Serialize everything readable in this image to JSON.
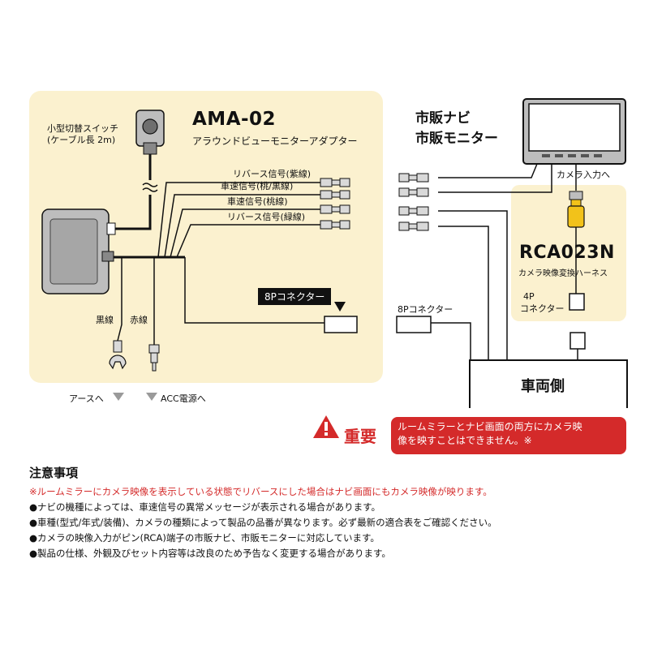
{
  "adapter": {
    "title": "AMA-02",
    "subtitle": "アラウンドビューモニターアダプター",
    "switch_label_1": "小型切替スイッチ",
    "switch_label_2": "(ケーブル長 2m)",
    "wires": [
      "リバース信号(紫線)",
      "車速信号(桃/黒線)",
      "車速信号(桃線)",
      "リバース信号(緑線)"
    ],
    "connector_8p": "8Pコネクター",
    "black_wire": "黒線",
    "red_wire": "赤線",
    "to_earth": "アースへ",
    "to_acc": "ACC電源へ"
  },
  "monitor": {
    "label_1": "市販ナビ",
    "label_2": "市販モニター",
    "camera_input": "カメラ入力へ"
  },
  "harness": {
    "title": "RCA023N",
    "subtitle": "カメラ映像変換ハーネス",
    "connector_1": "4P",
    "connector_2": "コネクター"
  },
  "vehicle": {
    "connector_8p": "8Pコネクター",
    "label": "車両側"
  },
  "important": {
    "label": "重要",
    "message_1": "ルームミラーとナビ画面の両方にカメラ映",
    "message_2": "像を映すことはできません。※"
  },
  "notes": {
    "title": "注意事項",
    "lines": [
      "※ルームミラーにカメラ映像を表示している状態でリバースにした場合はナビ画面にもカメラ映像が映ります。",
      "●ナビの機種によっては、車速信号の異常メッセージが表示される場合があります。",
      "●車種(型式/年式/装備)、カメラの種類によって製品の品番が異なります。必ず最新の適合表をご確認ください。",
      "●カメラの映像入力がピン(RCA)端子の市販ナビ、市販モニターに対応しています。",
      "●製品の仕様、外観及びセット内容等は改良のため予告なく変更する場合があります。"
    ]
  },
  "colors": {
    "panel": "#fbf1cf",
    "accent_red": "#d42a2a",
    "arrow_gray": "#9a9a9a"
  }
}
